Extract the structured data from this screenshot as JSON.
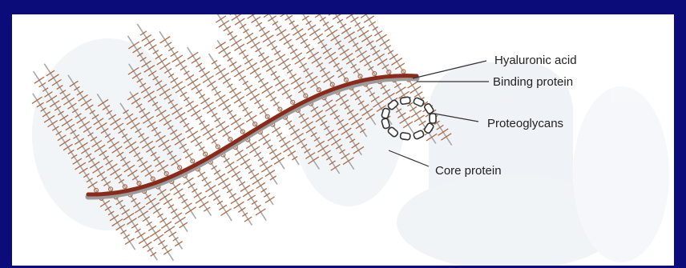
{
  "diagram": {
    "labels": {
      "hyaluronic_acid": "Hyaluronic acid",
      "binding_protein": "Binding protein",
      "proteoglycans": "Proteoglycans",
      "core_protein": "Core protein"
    },
    "colors": {
      "frame": "#0b0b7a",
      "hyaluronic_acid": "#8a2a1a",
      "core_protein": "#a8a8a8",
      "glycosaminoglycan": "#b06a45",
      "proteoglycan_ring": "#333333",
      "ghost_background": "#dfe6ee"
    }
  }
}
